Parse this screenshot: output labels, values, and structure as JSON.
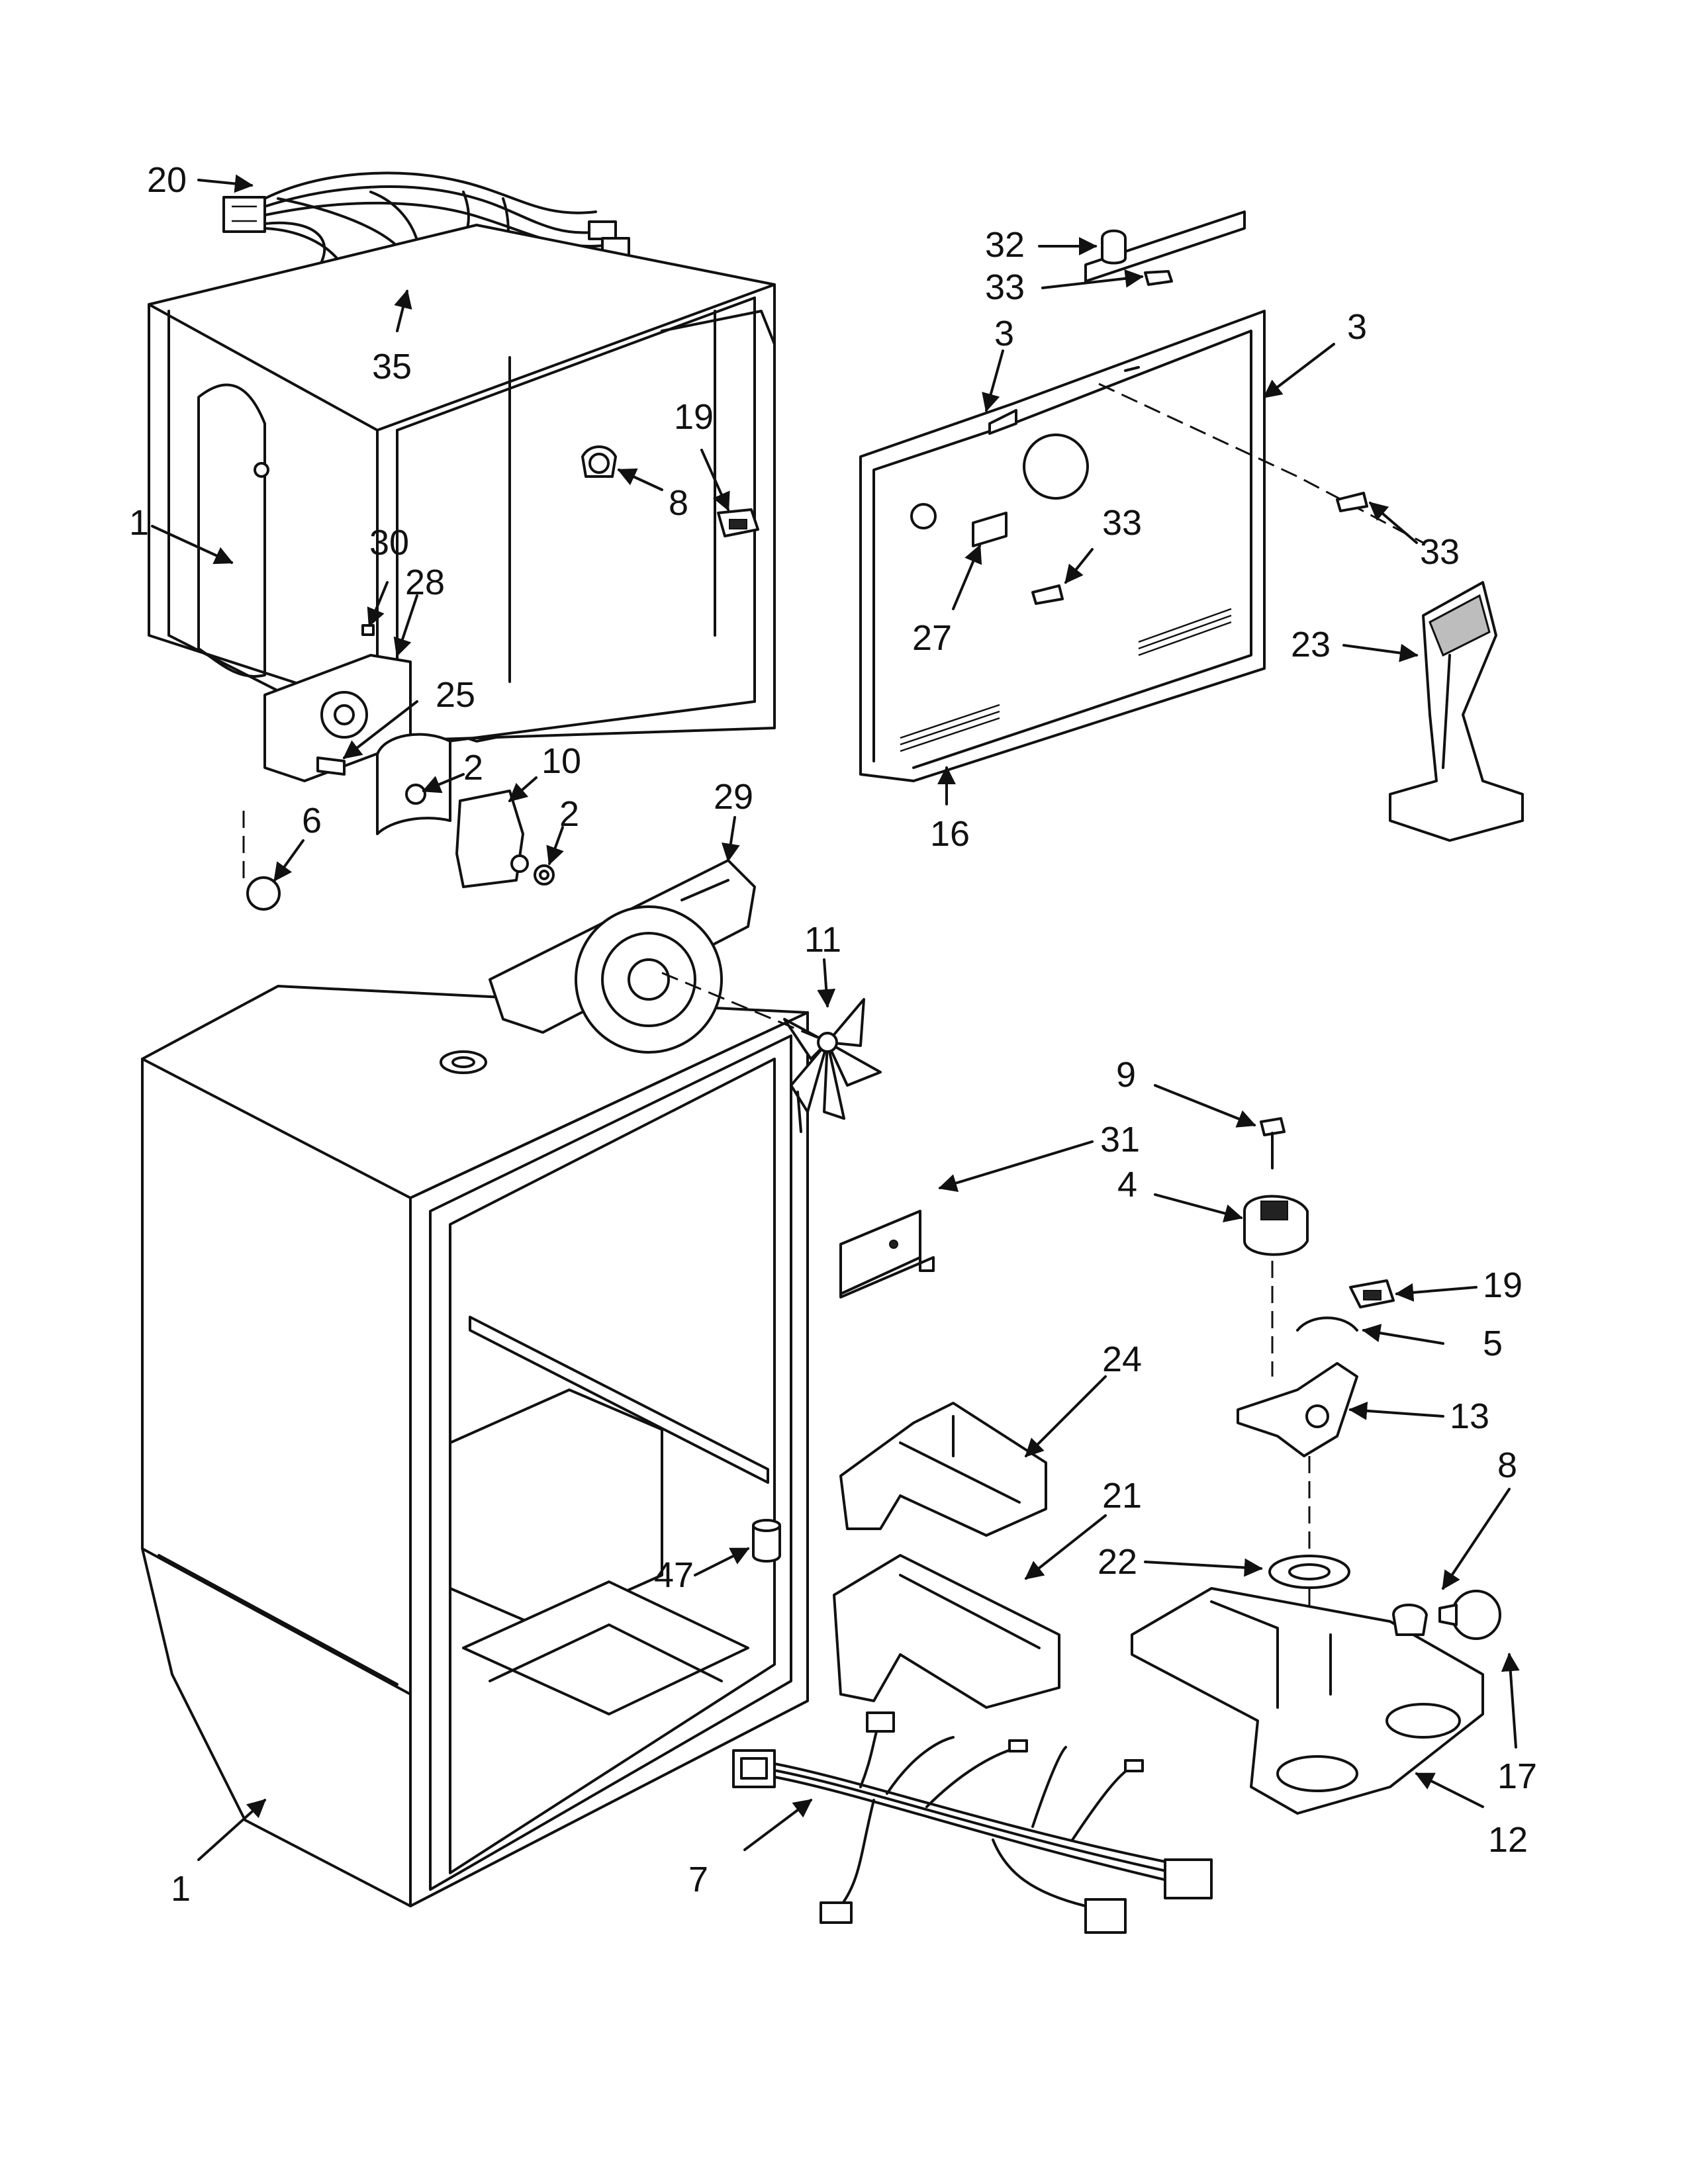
{
  "parts": [
    {
      "id": "label-20",
      "text": "20"
    },
    {
      "id": "label-35",
      "text": "35"
    },
    {
      "id": "label-19-top",
      "text": "19"
    },
    {
      "id": "label-8-top",
      "text": "8"
    },
    {
      "id": "label-1-top",
      "text": "1"
    },
    {
      "id": "label-30",
      "text": "30"
    },
    {
      "id": "label-28",
      "text": "28"
    },
    {
      "id": "label-25",
      "text": "25"
    },
    {
      "id": "label-2-a",
      "text": "2"
    },
    {
      "id": "label-10",
      "text": "10"
    },
    {
      "id": "label-2-b",
      "text": "2"
    },
    {
      "id": "label-6",
      "text": "6"
    },
    {
      "id": "label-29",
      "text": "29"
    },
    {
      "id": "label-11",
      "text": "11"
    },
    {
      "id": "label-32",
      "text": "32"
    },
    {
      "id": "label-33-a",
      "text": "33"
    },
    {
      "id": "label-3-left",
      "text": "3"
    },
    {
      "id": "label-3-right",
      "text": "3"
    },
    {
      "id": "label-33-b",
      "text": "33"
    },
    {
      "id": "label-33-c",
      "text": "33"
    },
    {
      "id": "label-27",
      "text": "27"
    },
    {
      "id": "label-23",
      "text": "23"
    },
    {
      "id": "label-16",
      "text": "16"
    },
    {
      "id": "label-9",
      "text": "9"
    },
    {
      "id": "label-31",
      "text": "31"
    },
    {
      "id": "label-4",
      "text": "4"
    },
    {
      "id": "label-19-right",
      "text": "19"
    },
    {
      "id": "label-5",
      "text": "5"
    },
    {
      "id": "label-24",
      "text": "24"
    },
    {
      "id": "label-13",
      "text": "13"
    },
    {
      "id": "label-8-right",
      "text": "8"
    },
    {
      "id": "label-21",
      "text": "21"
    },
    {
      "id": "label-22",
      "text": "22"
    },
    {
      "id": "label-47",
      "text": "47"
    },
    {
      "id": "label-17",
      "text": "17"
    },
    {
      "id": "label-12",
      "text": "12"
    },
    {
      "id": "label-1-bottom",
      "text": "1"
    },
    {
      "id": "label-7",
      "text": "7"
    }
  ]
}
